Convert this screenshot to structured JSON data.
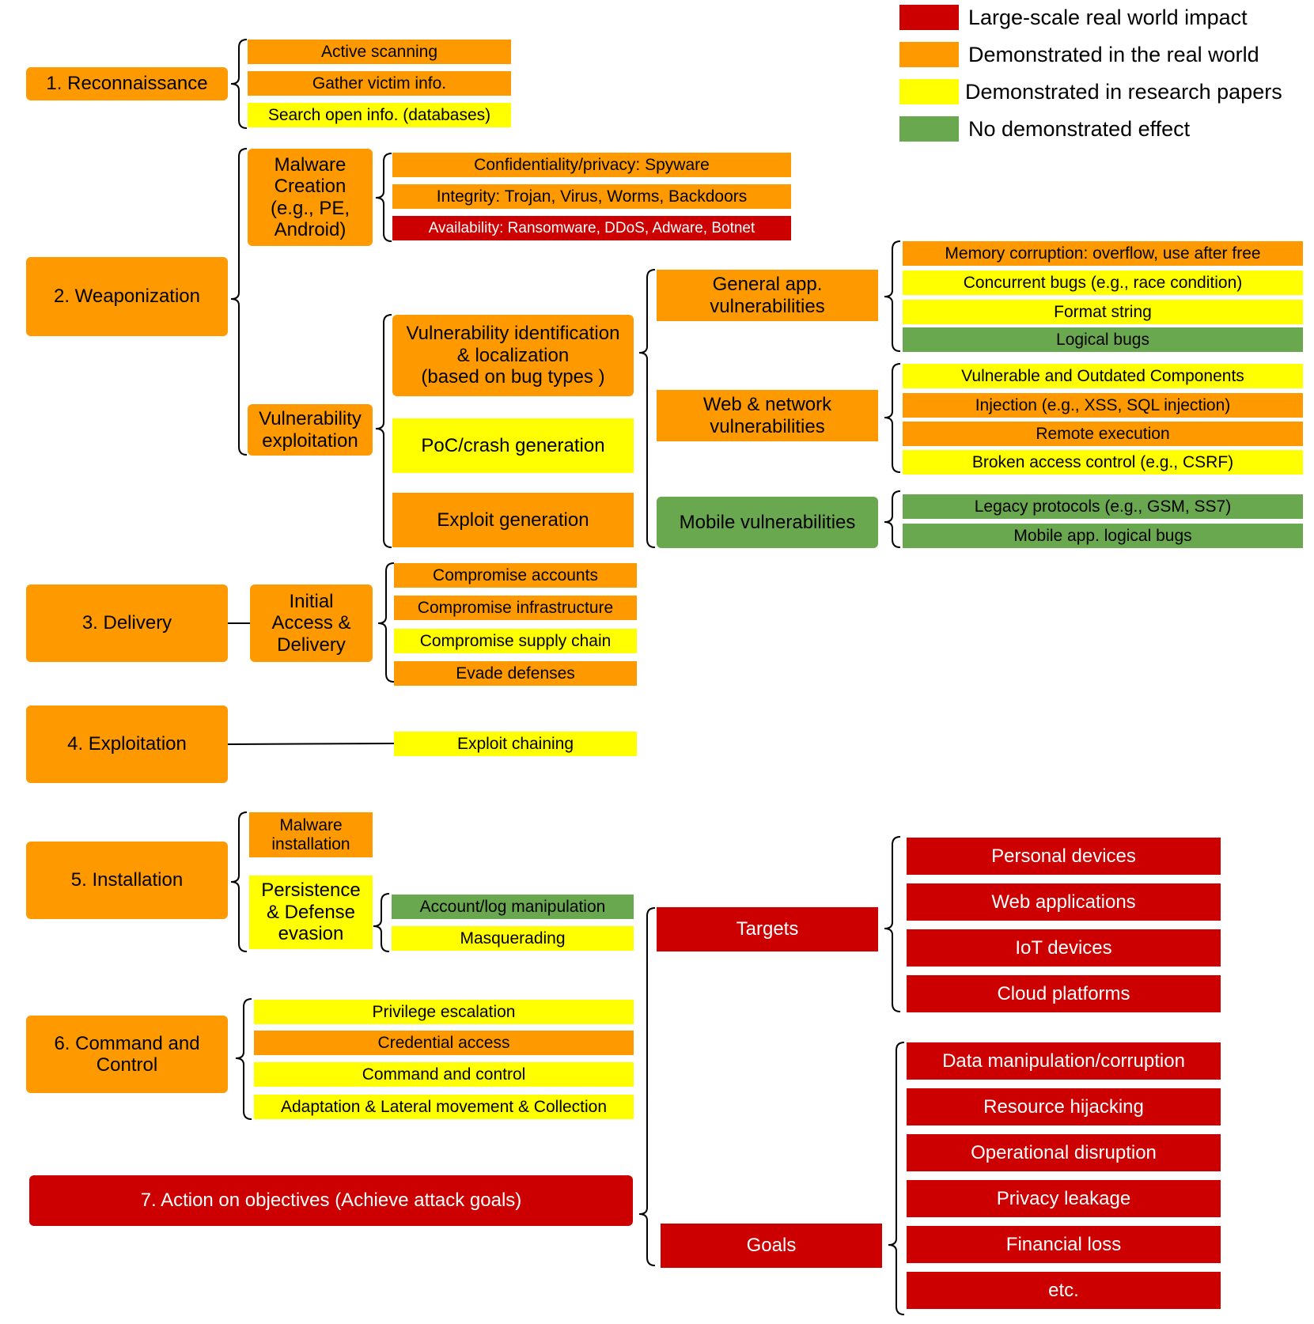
{
  "legend": [
    {
      "label": "Large-scale real world impact",
      "color": "#cc0000"
    },
    {
      "label": "Demonstrated in the real world",
      "color": "#ff9900"
    },
    {
      "label": "Demonstrated in research papers",
      "color": "#ffff00"
    },
    {
      "label": "No demonstrated effect",
      "color": "#6aa84f"
    }
  ],
  "stages": {
    "recon": "1. Reconnaissance",
    "weapon": "2. Weaponization",
    "delivery": "3. Delivery",
    "exploitation": "4. Exploitation",
    "installation": "5. Installation",
    "c2": "6. Command and\nControl",
    "action": "7. Action on objectives (Achieve attack goals)"
  },
  "recon_items": [
    "Active scanning",
    "Gather victim info.",
    "Search open info. (databases)"
  ],
  "weapon": {
    "malware": "Malware\nCreation\n(e.g., PE,\nAndroid)",
    "malware_items": [
      "Confidentiality/privacy: Spyware",
      "Integrity: Trojan, Virus, Worms, Backdoors",
      "Availability: Ransomware, DDoS, Adware, Botnet"
    ],
    "vuln": "Vulnerability\nexploitation",
    "vuln_steps": [
      "Vulnerability identification\n& localization\n(based on bug types )",
      "PoC/crash generation",
      "Exploit generation"
    ],
    "categories": [
      "General app.\nvulnerabilities",
      "Web & network\nvulnerabilities",
      "Mobile vulnerabilities"
    ],
    "general_items": [
      "Memory corruption: overflow, use after free",
      "Concurrent bugs (e.g., race condition)",
      "Format string",
      "Logical bugs"
    ],
    "web_items": [
      "Vulnerable and Outdated Components",
      "Injection (e.g., XSS, SQL injection)",
      "Remote execution",
      "Broken access control (e.g., CSRF)"
    ],
    "mobile_items": [
      "Legacy protocols (e.g., GSM, SS7)",
      "Mobile app. logical bugs"
    ]
  },
  "delivery": {
    "access": "Initial\nAccess &\nDelivery",
    "items": [
      "Compromise accounts",
      "Compromise infrastructure",
      "Compromise supply chain",
      "Evade defenses"
    ]
  },
  "exploitation_item": "Exploit chaining",
  "installation": {
    "malware": "Malware\ninstallation",
    "persistence": "Persistence\n& Defense\nevasion",
    "persistence_items": [
      "Account/log manipulation",
      "Masquerading"
    ]
  },
  "c2_items": [
    "Privilege escalation",
    "Credential access",
    "Command and control",
    "Adaptation & Lateral movement & Collection"
  ],
  "targets": {
    "label": "Targets",
    "items": [
      "Personal devices",
      "Web applications",
      "IoT devices",
      "Cloud platforms"
    ]
  },
  "goals": {
    "label": "Goals",
    "items": [
      "Data manipulation/corruption",
      "Resource hijacking",
      "Operational disruption",
      "Privacy leakage",
      "Financial loss",
      "etc."
    ]
  }
}
